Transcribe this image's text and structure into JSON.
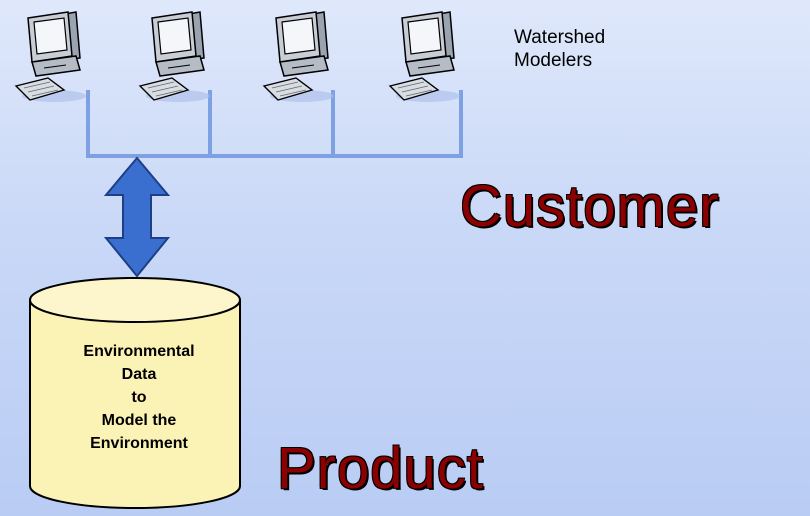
{
  "modelers_label": [
    "Watershed",
    "Modelers"
  ],
  "customer_label": "Customer",
  "product_label": "Product",
  "database_lines": [
    "Environmental",
    "Data",
    "to",
    "Model the",
    "Environment"
  ],
  "colors": {
    "background": "#c9d8f7",
    "network_line": "#7ea1e3",
    "arrow_fill": "#3a6fd0",
    "database_fill": "#fbf2b5",
    "big_text": "#8b0000"
  },
  "icons": [
    "computer-icon",
    "computer-icon",
    "computer-icon",
    "computer-icon"
  ]
}
